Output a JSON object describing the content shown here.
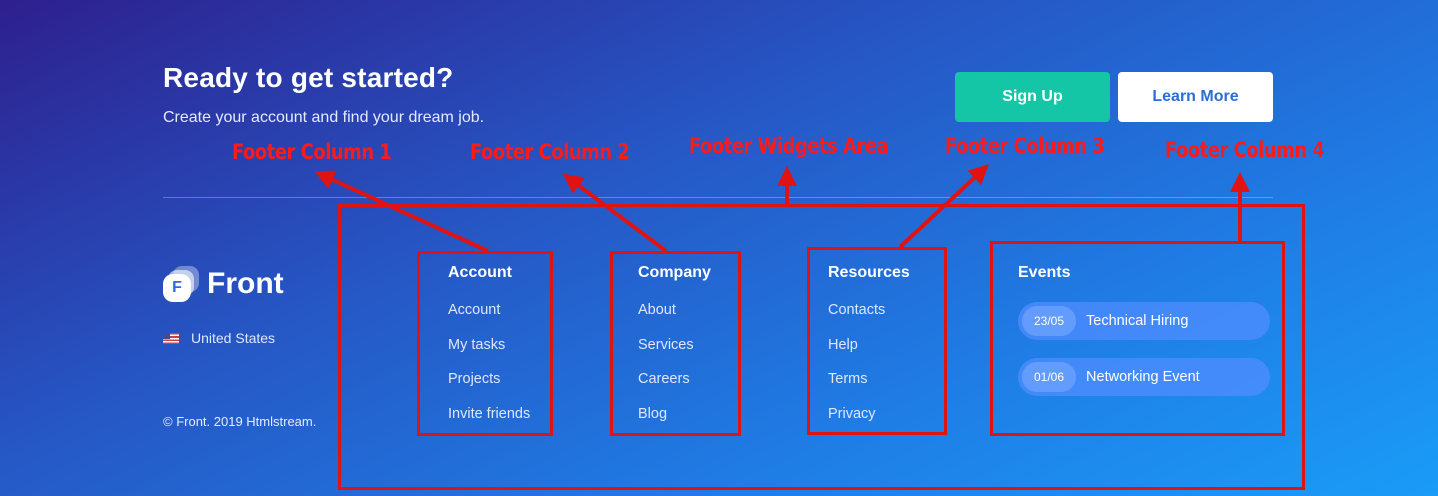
{
  "cta": {
    "title": "Ready to get started?",
    "subtitle": "Create your account and find your dream job.",
    "signup_label": "Sign Up",
    "learn_more_label": "Learn More"
  },
  "brand": {
    "logo_letter": "F",
    "name": "Front",
    "country": "United States",
    "copyright": "© Front. 2019 Htmlstream."
  },
  "columns": {
    "account": {
      "title": "Account",
      "links": [
        "Account",
        "My tasks",
        "Projects",
        "Invite friends"
      ]
    },
    "company": {
      "title": "Company",
      "links": [
        "About",
        "Services",
        "Careers",
        "Blog"
      ]
    },
    "resources": {
      "title": "Resources",
      "links": [
        "Contacts",
        "Help",
        "Terms",
        "Privacy"
      ]
    },
    "events": {
      "title": "Events",
      "items": [
        {
          "date": "23/05",
          "title": "Technical Hiring"
        },
        {
          "date": "01/06",
          "title": "Networking Event"
        }
      ]
    }
  },
  "annotations": {
    "col1": "Footer Column 1",
    "col2": "Footer Column 2",
    "widgets": "Footer Widgets Area",
    "col3": "Footer Column 3",
    "col4": "Footer Column 4"
  },
  "colors": {
    "accent_green": "#14c6a6",
    "annotation_red": "#e01313",
    "gradient_start": "#2e1f8e",
    "gradient_end": "#1a9cf7"
  },
  "icons": {
    "logo": "front-logo-icon",
    "flag": "us-flag-icon"
  }
}
